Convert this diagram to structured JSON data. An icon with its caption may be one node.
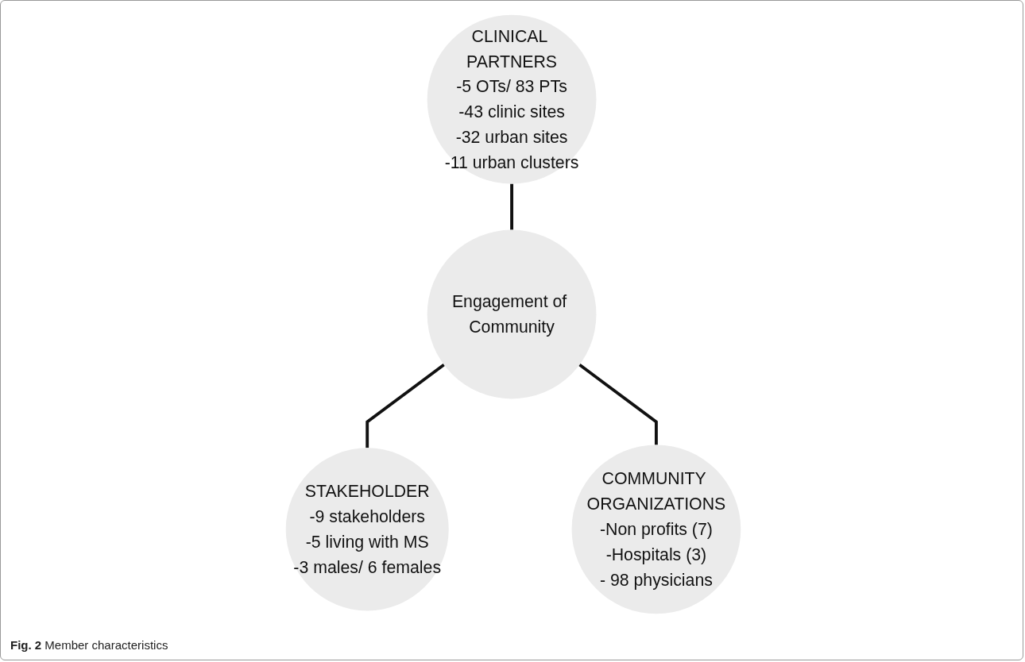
{
  "diagram": {
    "caption": "**Fig. 2** Member characteristics",
    "nodes": [
      {
        "text": [
          "CLINICAL PARTNERS",
          "-5 OTs/ 83 PTs",
          "-43 clinic sites",
          "-32 urban sites",
          "-11 urban clusters"
        ]
      },
      {
        "text": [
          "Engagement of Community"
        ]
      },
      {
        "text": [
          "STAKEHOLDER",
          "-9 stakeholders",
          "-5 living with MS",
          "-3 males/ 6 females"
        ]
      },
      {
        "text": [
          "COMMUNITY ORGANIZATIONS",
          "-Non profits (7)",
          "-Hospitals (3)",
          "- 98 physicians"
        ]
      }
    ],
    "edges": [
      {
        "from": 0,
        "to": 1,
        "arrow": "none"
      },
      {
        "from": 1,
        "to": 2,
        "arrow": "none"
      },
      {
        "from": 1,
        "to": 3,
        "arrow": "none"
      }
    ]
  }
}
